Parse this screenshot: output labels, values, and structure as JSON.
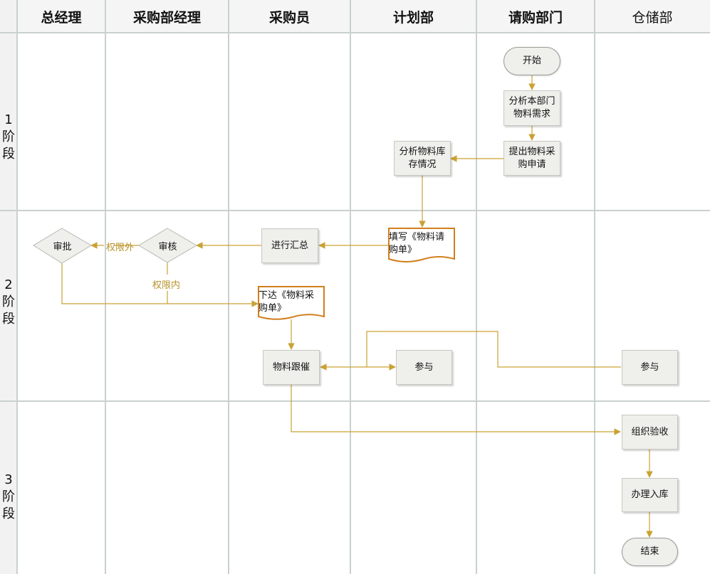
{
  "lanes": [
    "总经理",
    "采购部经理",
    "采购员",
    "计划部",
    "请购部门",
    "仓储部"
  ],
  "stages": [
    {
      "num": "1",
      "c1": "阶",
      "c2": "段"
    },
    {
      "num": "2",
      "c1": "阶",
      "c2": "段"
    },
    {
      "num": "3",
      "c1": "阶",
      "c2": "段"
    }
  ],
  "nodes": {
    "start": "开始",
    "analyze_need_1": "分析本部门",
    "analyze_need_2": "物料需求",
    "submit_req_1": "提出物料采",
    "submit_req_2": "购申请",
    "analyze_stock_1": "分析物料库",
    "analyze_stock_2": "存情况",
    "fill_form_1": "填写《物料请",
    "fill_form_2": "购单》",
    "summarize": "进行汇总",
    "review": "审核",
    "approve": "审批",
    "issue_order_1": "下达《物料采",
    "issue_order_2": "购单》",
    "follow_up": "物料跟催",
    "participate_plan": "参与",
    "participate_store": "参与",
    "inspect": "组织验收",
    "warehouse_in": "办理入库",
    "end": "结束"
  },
  "edge_labels": {
    "beyond_authority": "权限外",
    "within_authority": "权限内"
  },
  "colors": {
    "connector": "#c9a233",
    "doc_border": "#d27f1c",
    "grid": "#c9d1cf",
    "header_bg": "#f5f5f5",
    "stage_bg": "#f2f2f2"
  }
}
